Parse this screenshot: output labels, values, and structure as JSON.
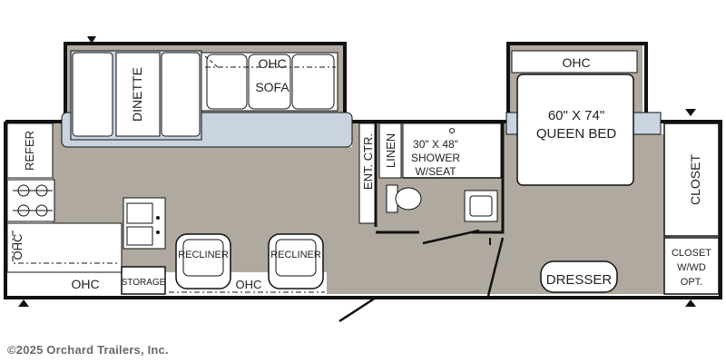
{
  "labels": {
    "dinette": "DINETTE",
    "ohc_sofa": "OHC",
    "sofa": "SOFA",
    "ohc_bedroom": "OHC",
    "queen_bed_size": "60\" X 74\"",
    "queen_bed": "QUEEN BED",
    "refer": "REFER",
    "ent_ctr": "ENT. CTR.",
    "linen": "LINEN",
    "shower_size": "30\" X 48\"",
    "shower": "SHOWER",
    "shower_seat": "W/SEAT",
    "closet": "CLOSET",
    "closet_wd_1": "CLOSET",
    "closet_wd_2": "W/WD",
    "closet_wd_3": "OPT.",
    "recliner_left": "RECLINER",
    "recliner_right": "RECLINER",
    "ohc_left": "OHC",
    "ohc_kitchen": "OHC",
    "storage": "STORAGE",
    "ohc_recliners": "OHC",
    "dresser": "DRESSER"
  },
  "footer": {
    "copyright": "©2025 Orchard Trailers, Inc."
  },
  "colors": {
    "floor": "#b0a99f",
    "slide_cushion": "#c9d4e0",
    "furniture": "#ffffff",
    "wall": "#111111"
  }
}
